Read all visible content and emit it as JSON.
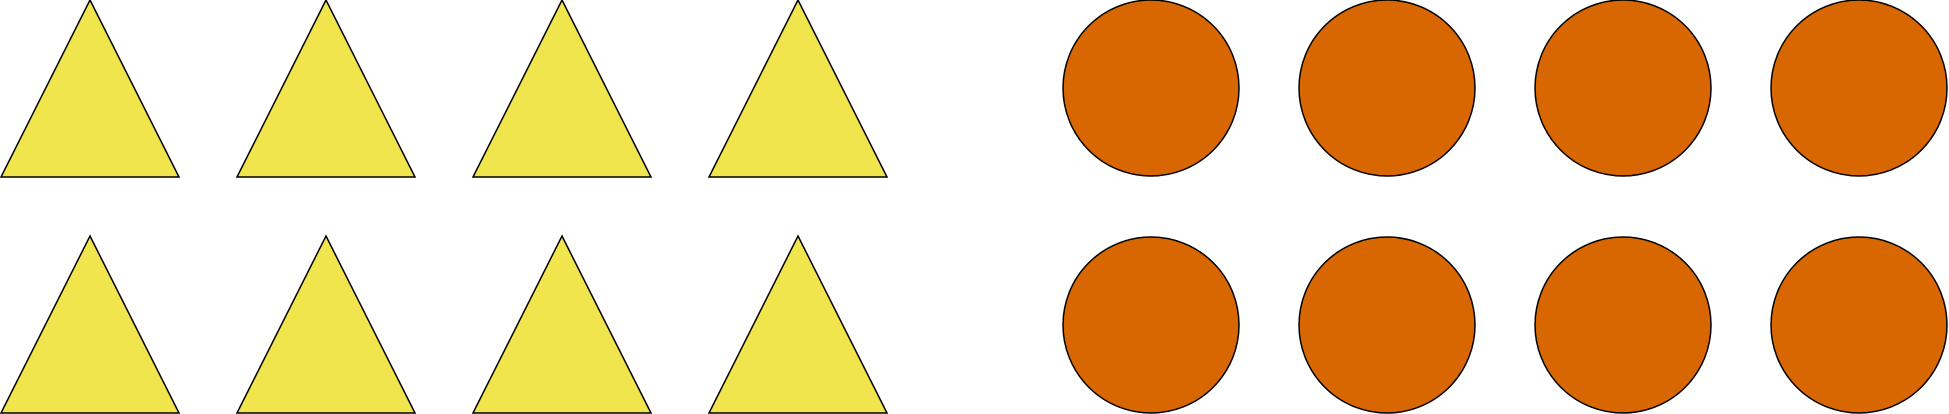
{
  "shapes": {
    "triangles": {
      "count": 8,
      "rows": 2,
      "per_row": 4,
      "fill": "#F1E54E",
      "stroke": "#000000"
    },
    "circles": {
      "count": 8,
      "rows": 2,
      "per_row": 4,
      "fill": "#D96701",
      "stroke": "#000000"
    }
  }
}
